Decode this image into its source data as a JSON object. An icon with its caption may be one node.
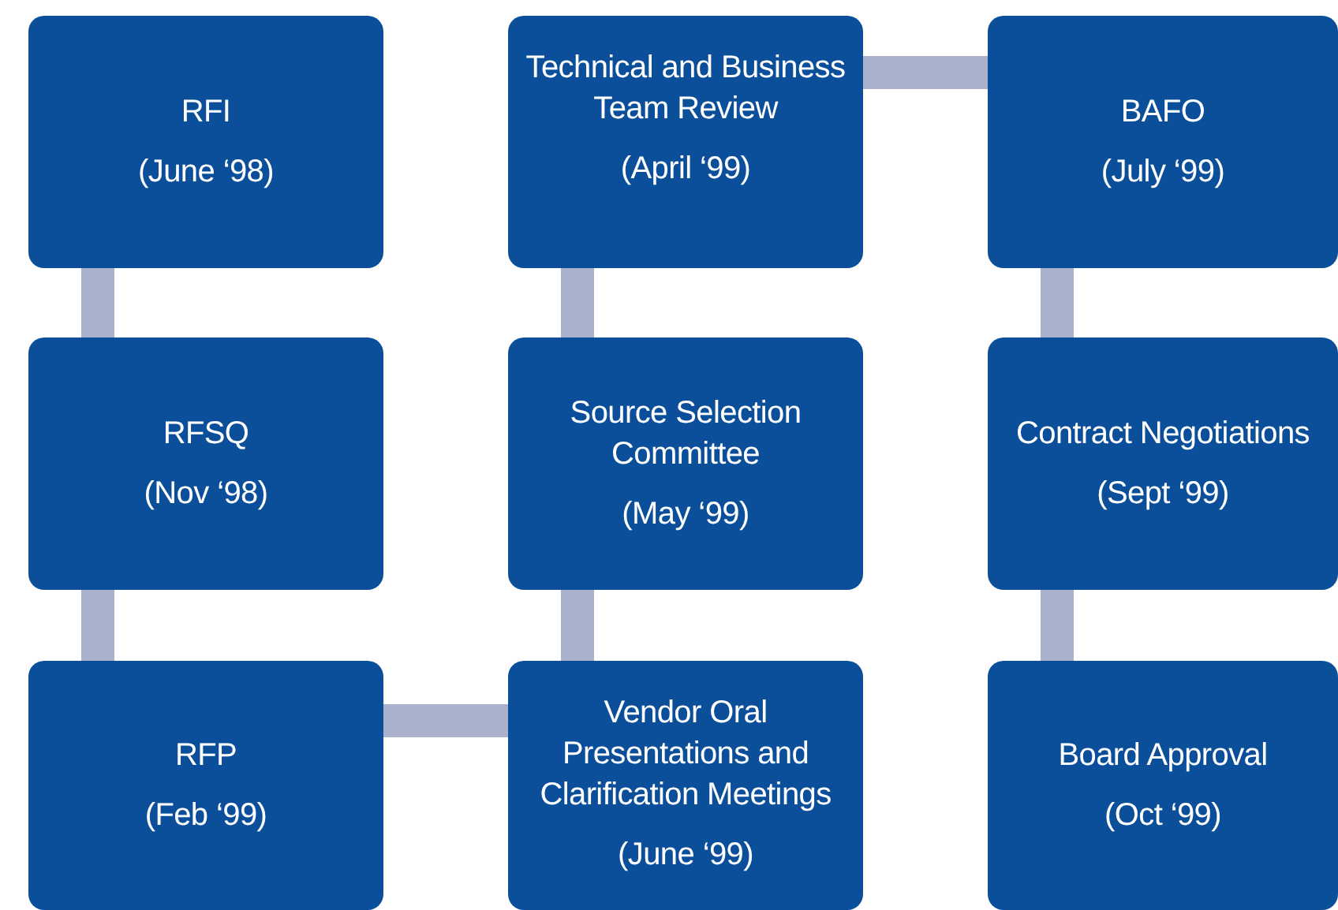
{
  "diagram": {
    "nodes": [
      {
        "text": [
          "RFI",
          "(June ‘98)"
        ]
      },
      {
        "text": [
          "Technical and Business Team Review",
          "(April ‘99)"
        ]
      },
      {
        "text": [
          "BAFO",
          "(July ‘99)"
        ]
      },
      {
        "text": [
          "RFSQ",
          "(Nov ‘98)"
        ]
      },
      {
        "text": [
          "Source Selection Committee",
          "(May ‘99)"
        ]
      },
      {
        "text": [
          "Contract Negotiations",
          "(Sept ‘99)"
        ]
      },
      {
        "text": [
          "RFP",
          "(Feb ‘99)"
        ]
      },
      {
        "text": [
          "Vendor  Oral Presentations and Clarification Meetings",
          "(June ‘99)"
        ]
      },
      {
        "text": [
          "Board Approval",
          "(Oct ‘99)"
        ]
      }
    ],
    "edges": [
      {
        "from": 0,
        "to": 3,
        "arrow": "none"
      },
      {
        "from": 3,
        "to": 6,
        "arrow": "none"
      },
      {
        "from": 6,
        "to": 7,
        "arrow": "none"
      },
      {
        "from": 7,
        "to": 4,
        "arrow": "none"
      },
      {
        "from": 4,
        "to": 1,
        "arrow": "none"
      },
      {
        "from": 1,
        "to": 2,
        "arrow": "none"
      },
      {
        "from": 2,
        "to": 5,
        "arrow": "none"
      },
      {
        "from": 5,
        "to": 8,
        "arrow": "none"
      }
    ]
  }
}
